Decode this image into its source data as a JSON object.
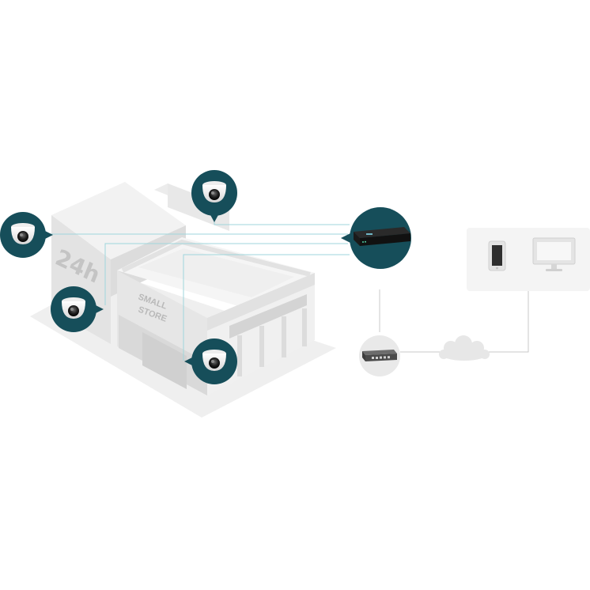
{
  "building": {
    "sign_24h": "24h",
    "store_sign_line1": "SMALL",
    "store_sign_line2": "STORE"
  },
  "colors": {
    "bubble": "#164e5a",
    "link_line": "#9fd6dc",
    "wire": "#c9c9c9",
    "panel": "#f4f4f4"
  },
  "devices": {
    "cameras": [
      "dome-camera",
      "dome-camera",
      "dome-camera",
      "dome-camera"
    ],
    "recorder": "network-video-recorder",
    "switch": "network-switch",
    "cloud": "internet-cloud",
    "clients": [
      "smartphone",
      "monitor"
    ]
  }
}
